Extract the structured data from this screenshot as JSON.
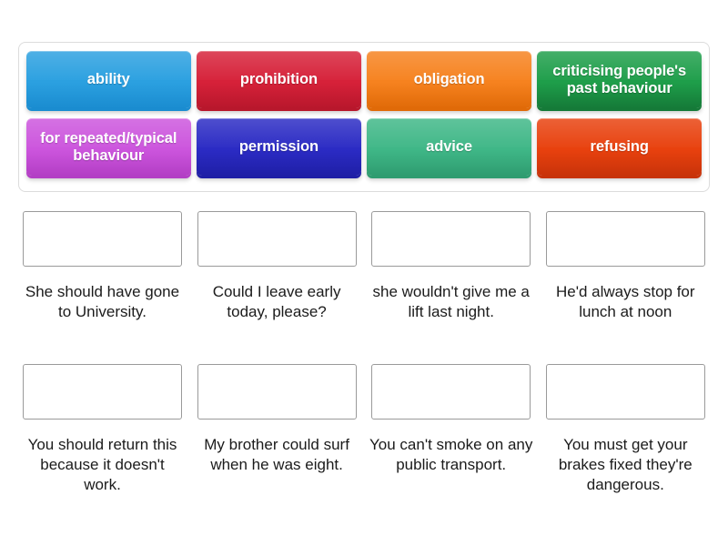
{
  "activity": {
    "type": "match-up-drag-and-drop",
    "tile_bank": {
      "name": "draggable-answer-tiles",
      "rows": [
        [
          {
            "label": "ability",
            "color": "#2ba0e0",
            "color_dark": "#1a8cd0"
          },
          {
            "label": "prohibition",
            "color": "#d62139",
            "color_dark": "#b8172c"
          },
          {
            "label": "obligation",
            "color": "#f6821f",
            "color_dark": "#e06a08"
          },
          {
            "label": "criticising people's past behaviour",
            "color": "#1e9e4a",
            "color_dark": "#157a38"
          }
        ],
        [
          {
            "label": "for repeated/typical behaviour",
            "color": "#cc55dd",
            "color_dark": "#b33ec5"
          },
          {
            "label": "permission",
            "color": "#2b2bc4",
            "color_dark": "#1f1fa6"
          },
          {
            "label": "advice",
            "color": "#3fb787",
            "color_dark": "#2f9c70"
          },
          {
            "label": "refusing",
            "color": "#e8410e",
            "color_dark": "#c8330a"
          }
        ]
      ]
    },
    "answers": {
      "name": "answer-slots",
      "rows": [
        [
          {
            "drop_placeholder": "",
            "prompt": "She should have gone to University."
          },
          {
            "drop_placeholder": "",
            "prompt": "Could I leave early today, please?"
          },
          {
            "drop_placeholder": "",
            "prompt": "she wouldn't give me a lift last night."
          },
          {
            "drop_placeholder": "",
            "prompt": "He'd always stop for lunch at noon"
          }
        ],
        [
          {
            "drop_placeholder": "",
            "prompt": "You should return this because it doesn't work."
          },
          {
            "drop_placeholder": "",
            "prompt": "My brother could surf when he was eight."
          },
          {
            "drop_placeholder": "",
            "prompt": "You can't smoke on any public transport."
          },
          {
            "drop_placeholder": "",
            "prompt": "You must get your brakes fixed they're dangerous."
          }
        ]
      ]
    },
    "colors": {
      "page_background": "#ffffff",
      "bank_border": "#dcdcdc",
      "drop_zone_border": "#9a9a9a",
      "prompt_text": "#1b1b1b",
      "tile_text": "#ffffff"
    }
  }
}
